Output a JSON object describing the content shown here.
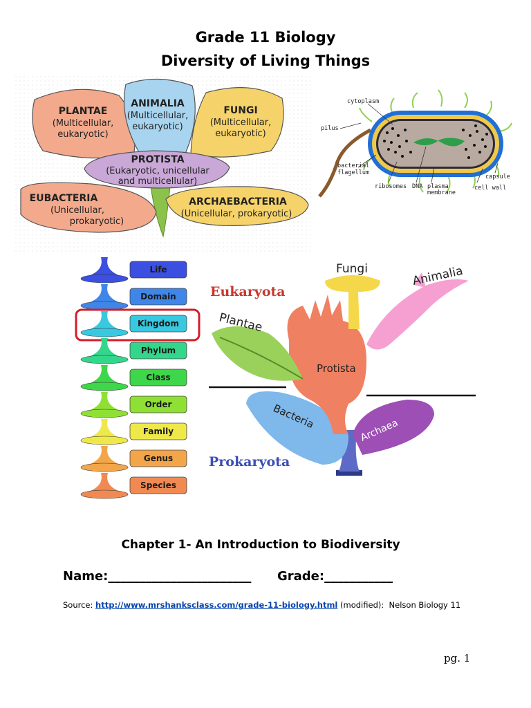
{
  "header": {
    "title_line1": "Grade 11 Biology",
    "title_line2": "Diversity of Living Things"
  },
  "kingdoms_diagram": {
    "plantae": {
      "name": "PLANTAE",
      "line1": "(Multicellular,",
      "line2": "eukaryotic)"
    },
    "animalia": {
      "name": "ANIMALIA",
      "line1": "(Multicellular,",
      "line2": "eukaryotic)"
    },
    "fungi": {
      "name": "FUNGI",
      "line1": "(Multicellular,",
      "line2": "eukaryotic)"
    },
    "protista": {
      "name": "PROTISTA",
      "line1": "(Eukaryotic, unicellular",
      "line2": "and multicellular)"
    },
    "eubacteria": {
      "name": "EUBACTERIA",
      "line1": "(Unicellular,",
      "line2": "prokaryotic)"
    },
    "archaebacteria": {
      "name": "ARCHAEBACTERIA",
      "line1": "(Unicellular, prokaryotic)"
    },
    "colors": {
      "plantae": "#f2a98c",
      "animalia": "#a8d4ef",
      "fungi": "#f6d36a",
      "protista": "#c9a7d6",
      "eubacteria": "#f2a98c",
      "archaebacteria": "#f6d36a"
    }
  },
  "bacterium_diagram": {
    "labels": {
      "cytoplasm": "cytoplasm",
      "pilus": "pilus",
      "flagellum_1": "bacterial",
      "flagellum_2": "flagellum",
      "ribosomes": "ribosomes",
      "dna": "DNA",
      "plasma_1": "plasma",
      "plasma_2": "membrane",
      "capsule": "capsule",
      "cell_wall": "cell wall"
    }
  },
  "taxonomy": {
    "levels": [
      "Life",
      "Domain",
      "Kingdom",
      "Phylum",
      "Class",
      "Order",
      "Family",
      "Genus",
      "Species"
    ],
    "colors": [
      "#3b4fe0",
      "#3f86e8",
      "#38c8e0",
      "#33d68a",
      "#3ed64a",
      "#8fe034",
      "#efe84a",
      "#f3a54a",
      "#f08a52"
    ],
    "highlight": "Kingdom",
    "highlight_color": "#d21e2a"
  },
  "tree": {
    "eukaryota": "Eukaryota",
    "prokaryota": "Prokaryota",
    "fungi": "Fungi",
    "animalia": "Animalia",
    "plantae": "Plantae",
    "protista": "Protista",
    "bacteria": "Bacteria",
    "archaea": "Archaea",
    "colors": {
      "eukaryota": "#c8372f",
      "prokaryota": "#3b4fb5"
    }
  },
  "footer": {
    "chapter": "Chapter 1- An Introduction to Biodiversity",
    "name_label": "Name:_______________________",
    "grade_label": "Grade:___________",
    "source_prefix": "Source: ",
    "source_link": "http://www.mrshanksclass.com/grade-11-biology.html",
    "source_suffix": " (modified):  Nelson Biology 11",
    "page": "pg. 1"
  }
}
